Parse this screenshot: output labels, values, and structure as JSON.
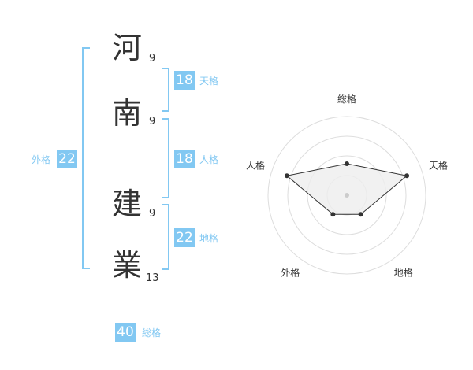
{
  "name_chars": [
    {
      "char": "河",
      "strokes": "9"
    },
    {
      "char": "南",
      "strokes": "9"
    },
    {
      "char": "建",
      "strokes": "9"
    },
    {
      "char": "業",
      "strokes": "13"
    }
  ],
  "fortune": {
    "tenkaku": {
      "value": "18",
      "label": "天格"
    },
    "jinkaku": {
      "value": "18",
      "label": "人格"
    },
    "chikaku": {
      "value": "22",
      "label": "地格"
    },
    "gaikaku": {
      "value": "22",
      "label": "外格"
    },
    "soukaku": {
      "value": "40",
      "label": "総格"
    }
  },
  "colors": {
    "accent": "#82c8f2",
    "radar_fill": "#eeeeee",
    "radar_stroke": "#333333"
  },
  "chart_data": {
    "type": "radar",
    "axes": [
      "総格",
      "天格",
      "地格",
      "外格",
      "人格"
    ],
    "values": [
      2,
      4,
      1.5,
      1.5,
      4
    ],
    "rmax": 5,
    "rings": 4
  }
}
